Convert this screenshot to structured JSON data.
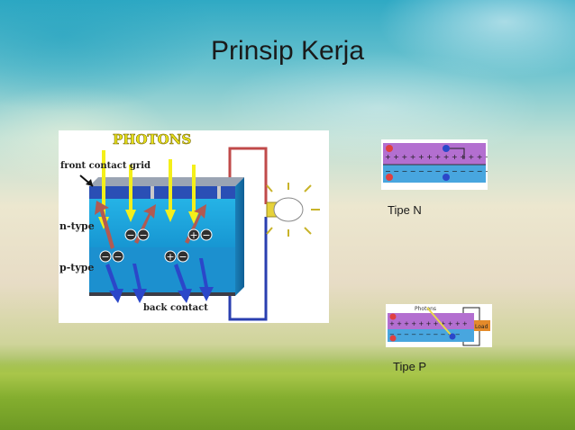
{
  "slide": {
    "title": "Prinsip Kerja"
  },
  "main_diagram": {
    "heading": "PHOTONS",
    "labels": {
      "front_contact_grid": "front contact grid",
      "n_type": "n-type",
      "p_type": "p-type",
      "back_contact": "back contact"
    },
    "charge_symbols": {
      "minus": "−",
      "plus": "+"
    },
    "icons": [
      "photon-arrow-icon",
      "light-bulb-icon",
      "electron-icon",
      "hole-icon"
    ]
  },
  "tipe_n": {
    "caption": "Tipe N"
  },
  "tipe_p": {
    "caption": "Tipe P",
    "photons_label": "Photons",
    "load_label": "Load"
  },
  "colors": {
    "n_layer": "#1ea6d8",
    "p_layer": "#1e86c7",
    "grid_top": "#2a4fb5",
    "photon": "#f4ef1a",
    "hole_arrow": "#b25a52",
    "electron_arrow": "#2b47c9",
    "wire_top": "#c04a4a",
    "wire_bottom": "#2a3fb0",
    "thumb_purple": "#b36fd0",
    "thumb_blue": "#48a6df"
  }
}
